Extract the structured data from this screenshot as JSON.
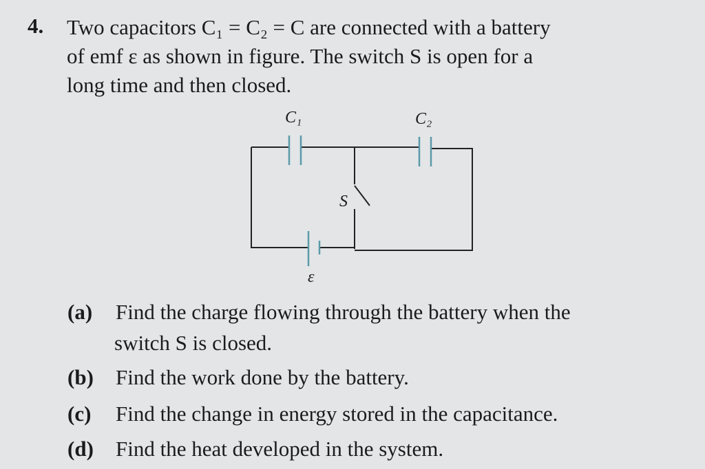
{
  "question": {
    "number": "4.",
    "intro_lines": [
      "Two capacitors C₁ = C₂ = C are connected with a battery",
      "of emf ε as shown in figure. The switch S is open for a",
      "long time and then closed."
    ],
    "parts": [
      {
        "label": "(a)",
        "lines": [
          "Find the charge flowing through the battery when the",
          "switch S is closed."
        ]
      },
      {
        "label": "(b)",
        "lines": [
          "Find the work done by the battery."
        ]
      },
      {
        "label": "(c)",
        "lines": [
          "Find the change in energy stored in the capacitance."
        ]
      },
      {
        "label": "(d)",
        "lines": [
          "Find the heat developed in the system."
        ]
      }
    ]
  },
  "figure": {
    "c1_label": "C₁",
    "c2_label": "C₂",
    "switch_label": "S",
    "battery_label": "ε",
    "component_color": "#5a9aa8"
  }
}
